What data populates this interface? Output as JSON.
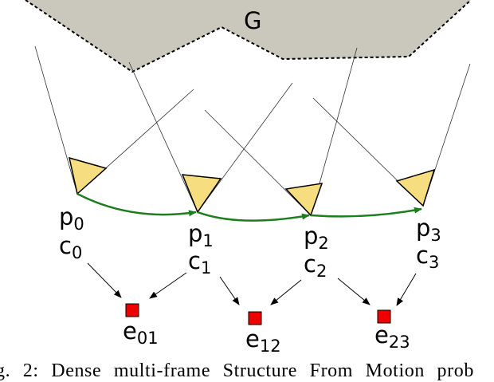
{
  "ground_label": "G",
  "cameras": [
    {
      "p_base": "p",
      "p_sub": "0",
      "c_base": "c",
      "c_sub": "0"
    },
    {
      "p_base": "p",
      "p_sub": "1",
      "c_base": "c",
      "c_sub": "1"
    },
    {
      "p_base": "p",
      "p_sub": "2",
      "c_base": "c",
      "c_sub": "2"
    },
    {
      "p_base": "p",
      "p_sub": "3",
      "c_base": "c",
      "c_sub": "3"
    }
  ],
  "errors": [
    {
      "base": "e",
      "sub": "01"
    },
    {
      "base": "e",
      "sub": "12"
    },
    {
      "base": "e",
      "sub": "23"
    }
  ],
  "caption": "g. 2: Dense multi-frame Structure From Motion prob",
  "colors": {
    "ground_fill": "#cac7bd",
    "camera_fill": "#f6de80",
    "trajectory": "#1e7d1e",
    "error_fill": "#ee0000"
  }
}
